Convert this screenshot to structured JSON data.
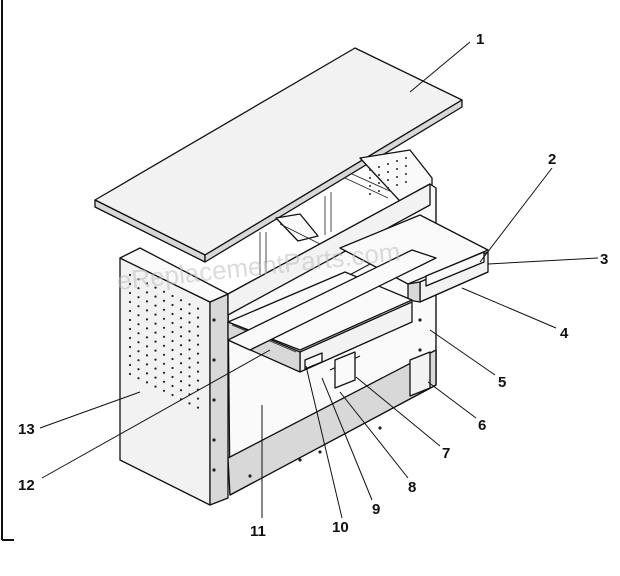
{
  "watermark": "eReplacementParts.com",
  "callouts": [
    "1",
    "2",
    "3",
    "4",
    "5",
    "6",
    "7",
    "8",
    "9",
    "10",
    "11",
    "12",
    "13"
  ]
}
